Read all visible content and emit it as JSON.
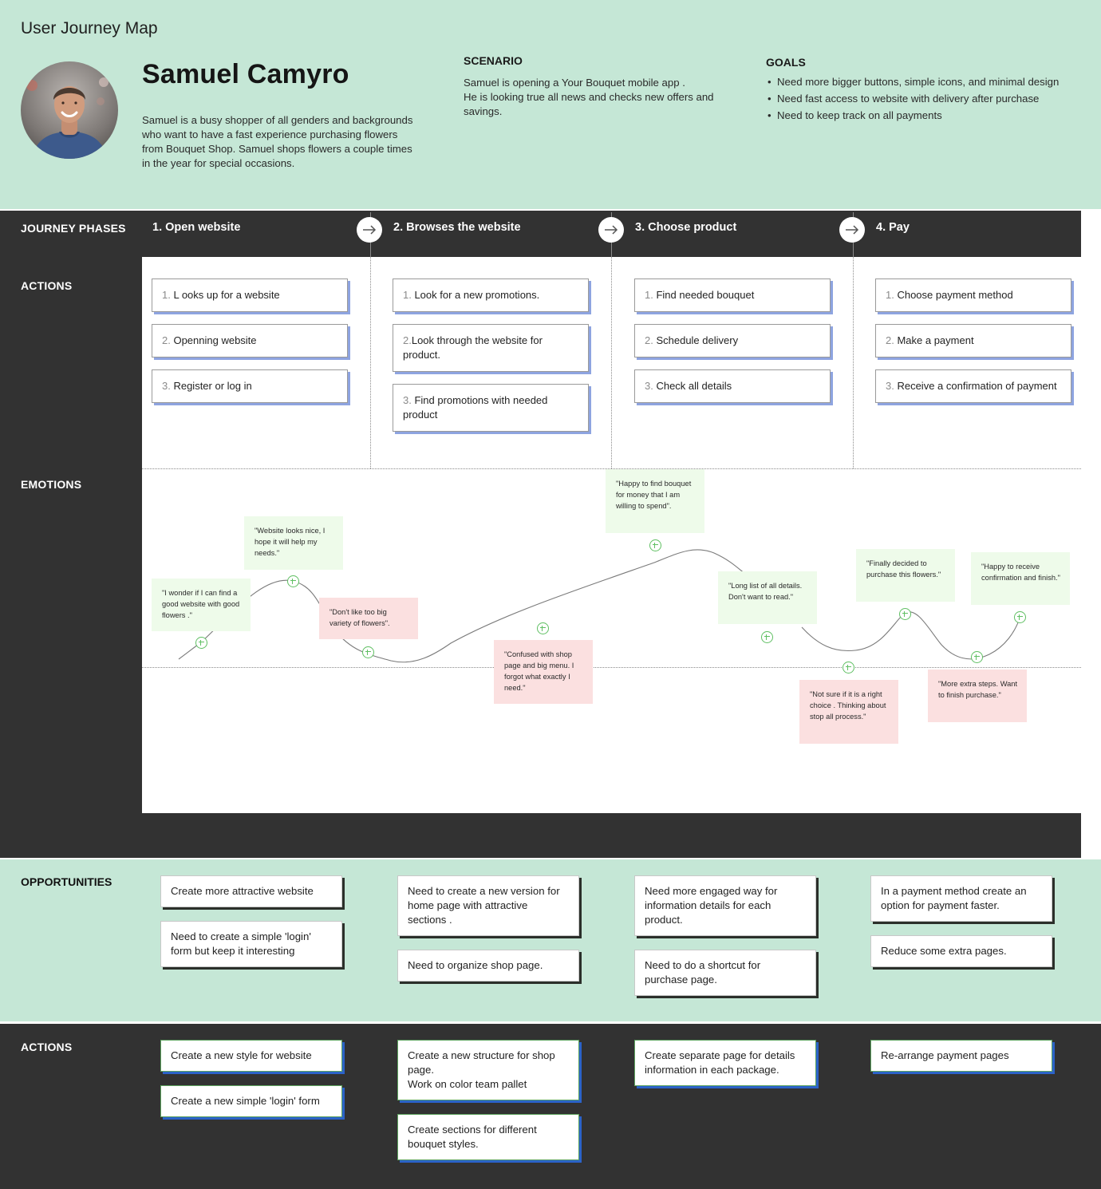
{
  "header": {
    "title": "User Journey Map",
    "persona_name": "Samuel Camyro",
    "persona_desc": "Samuel is a busy shopper of all genders and backgrounds who want to have a fast experience purchasing flowers from Bouquet Shop. Samuel shops flowers a couple times in the year for special occasions.",
    "scenario_title": "SCENARIO",
    "scenario_line1": "Samuel is opening a Your Bouquet mobile app .",
    "scenario_line2": "He is looking true all news and checks new offers and savings.",
    "goals_title": "GOALS",
    "goals": [
      "Need more bigger buttons, simple icons, and minimal design",
      "Need fast access to website with delivery after purchase",
      "Need to keep track on all payments"
    ]
  },
  "rows": {
    "phases": "JOURNEY PHASES",
    "actions": "ACTIONS",
    "emotions": "EMOTIONS",
    "opportunities": "OPPORTUNITIES",
    "actions2": "ACTIONS"
  },
  "phases": [
    {
      "label": "1. Open website"
    },
    {
      "label": "2. Browses the website"
    },
    {
      "label": "3. Choose product"
    },
    {
      "label": "4. Pay"
    }
  ],
  "actions": [
    [
      {
        "n": "1.",
        "t": " L ooks up for  a website"
      },
      {
        "n": "2.",
        "t": " Openning website"
      },
      {
        "n": "3.",
        "t": " Register or log in"
      }
    ],
    [
      {
        "n": "1.",
        "t": " Look for a new promotions."
      },
      {
        "n": "2.",
        "t": "Look through the website for product."
      },
      {
        "n": "3.",
        "t": " Find promotions with needed product"
      }
    ],
    [
      {
        "n": "1.",
        "t": "  Find needed bouquet"
      },
      {
        "n": "2.",
        "t": " Schedule delivery"
      },
      {
        "n": "3.",
        "t": " Check all details"
      }
    ],
    [
      {
        "n": "1.",
        "t": " Choose payment method"
      },
      {
        "n": "2.",
        "t": " Make a payment"
      },
      {
        "n": "3.",
        "t": " Receive a confirmation of payment"
      }
    ]
  ],
  "emotions": [
    {
      "text": "\"I wonder if I can find a good website with good flowers .\"",
      "tone": "pos",
      "level": 0.38
    },
    {
      "text": "\"Website looks nice, I hope it will help my needs.\"",
      "tone": "pos",
      "level": 0.66
    },
    {
      "text": "\"Don't like too big variety of flowers\".",
      "tone": "neg",
      "level": 0.11
    },
    {
      "text": "\"Confused with shop page and big menu. I forgot what exactly I need.\"",
      "tone": "neg",
      "level": 0.2
    },
    {
      "text": "\"Happy to find bouquet for money that  I am willing to spend\".",
      "tone": "pos",
      "level": 1.0
    },
    {
      "text": "\"Long list of all details. Don't want to read.\"",
      "tone": "pos",
      "level": 0.4
    },
    {
      "text": "\"Not sure if it is a right choice . Thinking about stop all process.\"",
      "tone": "neg",
      "level": 0.0
    },
    {
      "text": "\"Finally decided to purchase this flowers.\"",
      "tone": "pos",
      "level": 0.47
    },
    {
      "text": "\"More extra steps. Want to finish purchase.\"",
      "tone": "neg",
      "level": 0.09
    },
    {
      "text": "\"Happy to receive confirmation and finish.\"",
      "tone": "pos",
      "level": 0.45
    }
  ],
  "opportunities": [
    [
      "Create more attractive website",
      "Need to create a simple 'login' form but keep it interesting"
    ],
    [
      "Need to create a new version for home page with attractive sections .",
      "Need to organize shop page."
    ],
    [
      "Need more engaged way for information details for each product.",
      "Need to do a shortcut for purchase page."
    ],
    [
      "In a payment method create  an option for payment faster.",
      "Reduce some extra pages."
    ]
  ],
  "fixes": [
    [
      "Create a new style for website",
      "Create  a new  simple 'login' form"
    ],
    [
      " Create a new structure for shop page.",
      "Work on color team pallet",
      "Create sections for different bouquet styles."
    ],
    [
      "Create separate page for details information in each package."
    ],
    [
      "Re-arrange payment pages"
    ]
  ],
  "colors": {
    "mint": "#c5e7d6",
    "dark": "#323232",
    "positive_note": "#eefbea",
    "negative_note": "#fbe0e0",
    "plus_marker": "#5fbf62",
    "action_shadow": "#8ea4e0",
    "fix_shadow": "#2b63c9"
  },
  "icons": {
    "phase_arrow": "arrow-right-icon",
    "emotion_marker": "plus-circle-icon"
  }
}
